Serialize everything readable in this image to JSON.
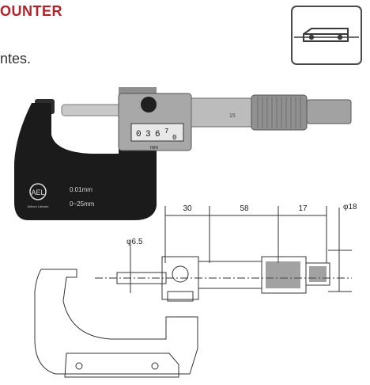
{
  "header": {
    "title": "OUNTER",
    "subtitle": "ntes."
  },
  "icon": {
    "name": "flat-anvil-icon"
  },
  "photo": {
    "counter_digits": [
      "0",
      "3",
      "6",
      "7",
      "0"
    ],
    "counter_unit": "mm",
    "frame_resolution": "0.01mm",
    "frame_range": "0~25mm",
    "logo_letters": "AEL",
    "logo_caption": "Aktiom Labarto",
    "thimble_number": "15"
  },
  "drawing": {
    "dims": {
      "d1": "30",
      "d2": "58",
      "d3": "17",
      "dia_right": "φ18",
      "dia_spindle": "φ6.5"
    }
  },
  "colors": {
    "brand_red": "#b0222a",
    "frame_black": "#1b1b1b",
    "metal": "#9a9a9a"
  }
}
